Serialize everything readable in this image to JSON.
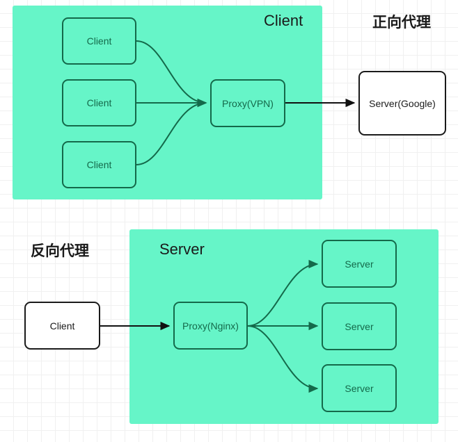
{
  "diagram": {
    "type": "proxy-architecture-diagram",
    "background": "#ffffff",
    "grid": true,
    "accent_color": "#66f5c8",
    "green_stroke": "#14694a",
    "black_stroke": "#1a1a1a"
  },
  "sections": {
    "forward": {
      "caption": "正向代理",
      "group_label": "Client",
      "group_color": "#66f5c8",
      "clients": [
        {
          "label": "Client"
        },
        {
          "label": "Client"
        },
        {
          "label": "Client"
        }
      ],
      "proxy": {
        "label": "Proxy(VPN)"
      },
      "target": {
        "label": "Server(Google)"
      }
    },
    "reverse": {
      "caption": "反向代理",
      "group_label": "Server",
      "group_color": "#66f5c8",
      "client": {
        "label": "Client"
      },
      "proxy": {
        "label": "Proxy(Nginx)"
      },
      "servers": [
        {
          "label": "Server"
        },
        {
          "label": "Server"
        },
        {
          "label": "Server"
        }
      ]
    }
  }
}
